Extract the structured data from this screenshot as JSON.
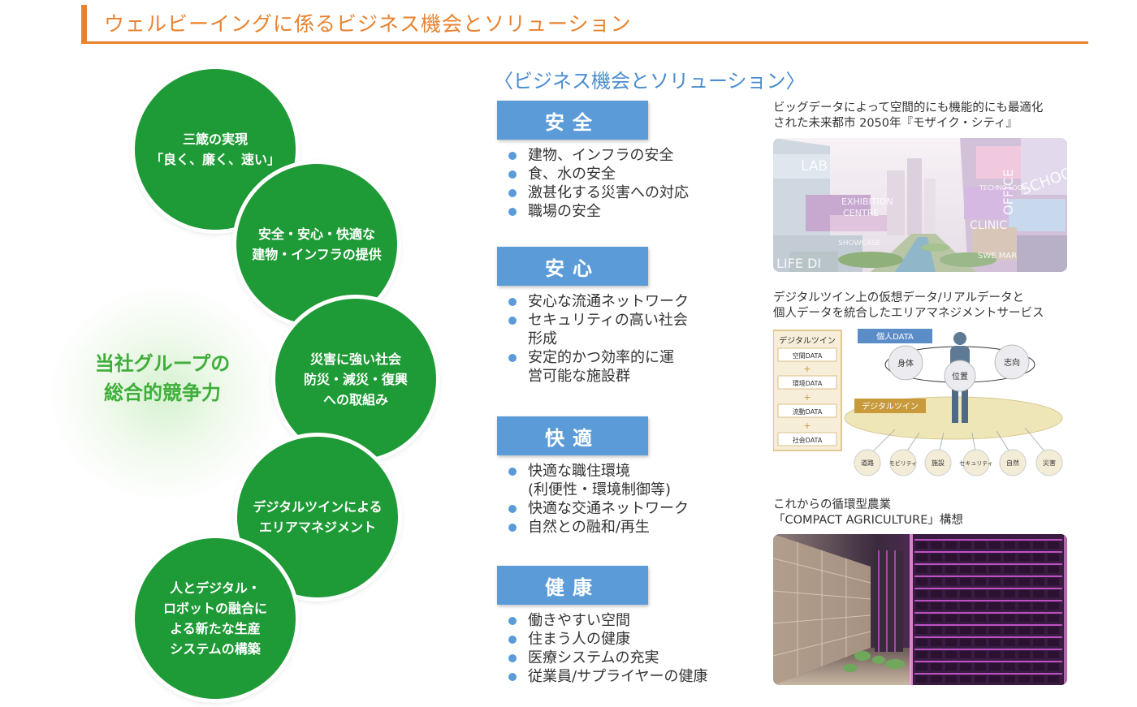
{
  "header": {
    "title": "ウェルビーイングに係るビジネス機会とソリューション"
  },
  "core": {
    "line1": "当社グループの",
    "line2": "総合的競争力"
  },
  "circles": [
    {
      "text": "三箴の実現\n「良く、廉く、速い」"
    },
    {
      "text": "安全・安心・快適な\n建物・インフラの提供"
    },
    {
      "text": "災害に強い社会\n防災・減災・復興\nへの取組み"
    },
    {
      "text": "デジタルツインによる\nエリアマネジメント"
    },
    {
      "text": "人とデジタル・\nロボットの融合に\nよる新たな生産\nシステムの構築"
    }
  ],
  "solutions": {
    "title": "〈ビジネス機会とソリューション〉",
    "categories": [
      {
        "label": "安全",
        "items": [
          "建物、インフラの安全",
          "食、水の安全",
          "激甚化する災害への対応",
          "職場の安全"
        ]
      },
      {
        "label": "安心",
        "items": [
          "安心な流通ネットワーク",
          "セキュリティの高い社会\n形成",
          "安定的かつ効率的に運\n営可能な施設群"
        ]
      },
      {
        "label": "快適",
        "items": [
          "快適な職住環境\n(利便性・環境制御等)",
          "快適な交通ネットワーク",
          "自然との融和/再生"
        ]
      },
      {
        "label": "健康",
        "items": [
          "働きやすい空間",
          "住まう人の健康",
          "医療システムの充実",
          "従業員/サプライヤーの健康"
        ]
      }
    ]
  },
  "examples": {
    "city": {
      "caption": "ビッグデータによって空間的にも機能的にも最適化\nされた未来都市 2050年『モザイク・シティ』",
      "signs": [
        "LAB",
        "EXHIBITION",
        "CENTRE",
        "SHOWCASE",
        "LIFE DI",
        "CLINIC",
        "OFFICE",
        "SCHOOL",
        "SWE MAR",
        "TECHNO LOGY"
      ]
    },
    "twin": {
      "caption": "デジタルツイン上の仮想データ/リアルデータと\n個人データを統合したエリアマネジメントサービス",
      "panel_title": "デジタルツイン",
      "data_items": [
        "空間DATA",
        "環境DATA",
        "流動DATA",
        "社会DATA"
      ],
      "plus": "+",
      "personal_label": "個人DATA",
      "ring_labels": [
        "身体",
        "位置",
        "志向"
      ],
      "twin_label": "デジタルツイン",
      "nodes": [
        "道路",
        "モビリティ",
        "施設",
        "セキュリティ",
        "自然",
        "災害"
      ],
      "colors": {
        "gold": "#c89a3c",
        "blue": "#5a8cc8",
        "person": "#5e7a95",
        "disc": "#efe6b8"
      }
    },
    "farm": {
      "caption": "これからの循環型農業\n「COMPACT AGRICULTURE」構想",
      "colors": {
        "magenta": "#d65ad8",
        "glow": "#ff9cf0"
      }
    }
  },
  "colors": {
    "accent": "#e8822e",
    "green": "#1e9a36",
    "blue": "#5a9bd8"
  }
}
